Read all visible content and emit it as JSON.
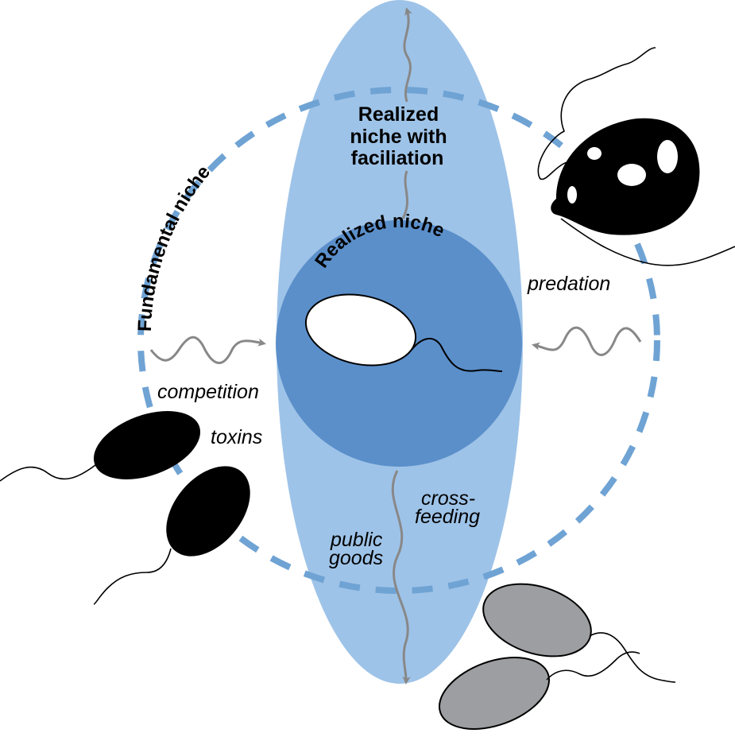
{
  "labels": {
    "fundamental_niche": "Fundamental niche",
    "realized_niche": "Realized niche",
    "facilitation_line1": "Realized",
    "facilitation_line2": "niche with",
    "facilitation_line3": "faciliation",
    "predation": "predation",
    "competition": "competition",
    "toxins": "toxins",
    "cross_feeding_line1": "cross-",
    "cross_feeding_line2": "feeding",
    "public_goods_line1": "public",
    "public_goods_line2": "goods"
  },
  "colors": {
    "fundamental_niche_dashes": "#6fa3d4",
    "facilitation_ellipse": "#9ec3e8",
    "realized_niche_circle": "#5b8fca",
    "arrows": "#888888",
    "competitor": "#000000",
    "predator": "#000000",
    "facilitator": "#9d9ea1",
    "focal_cell": "#ffffff"
  }
}
